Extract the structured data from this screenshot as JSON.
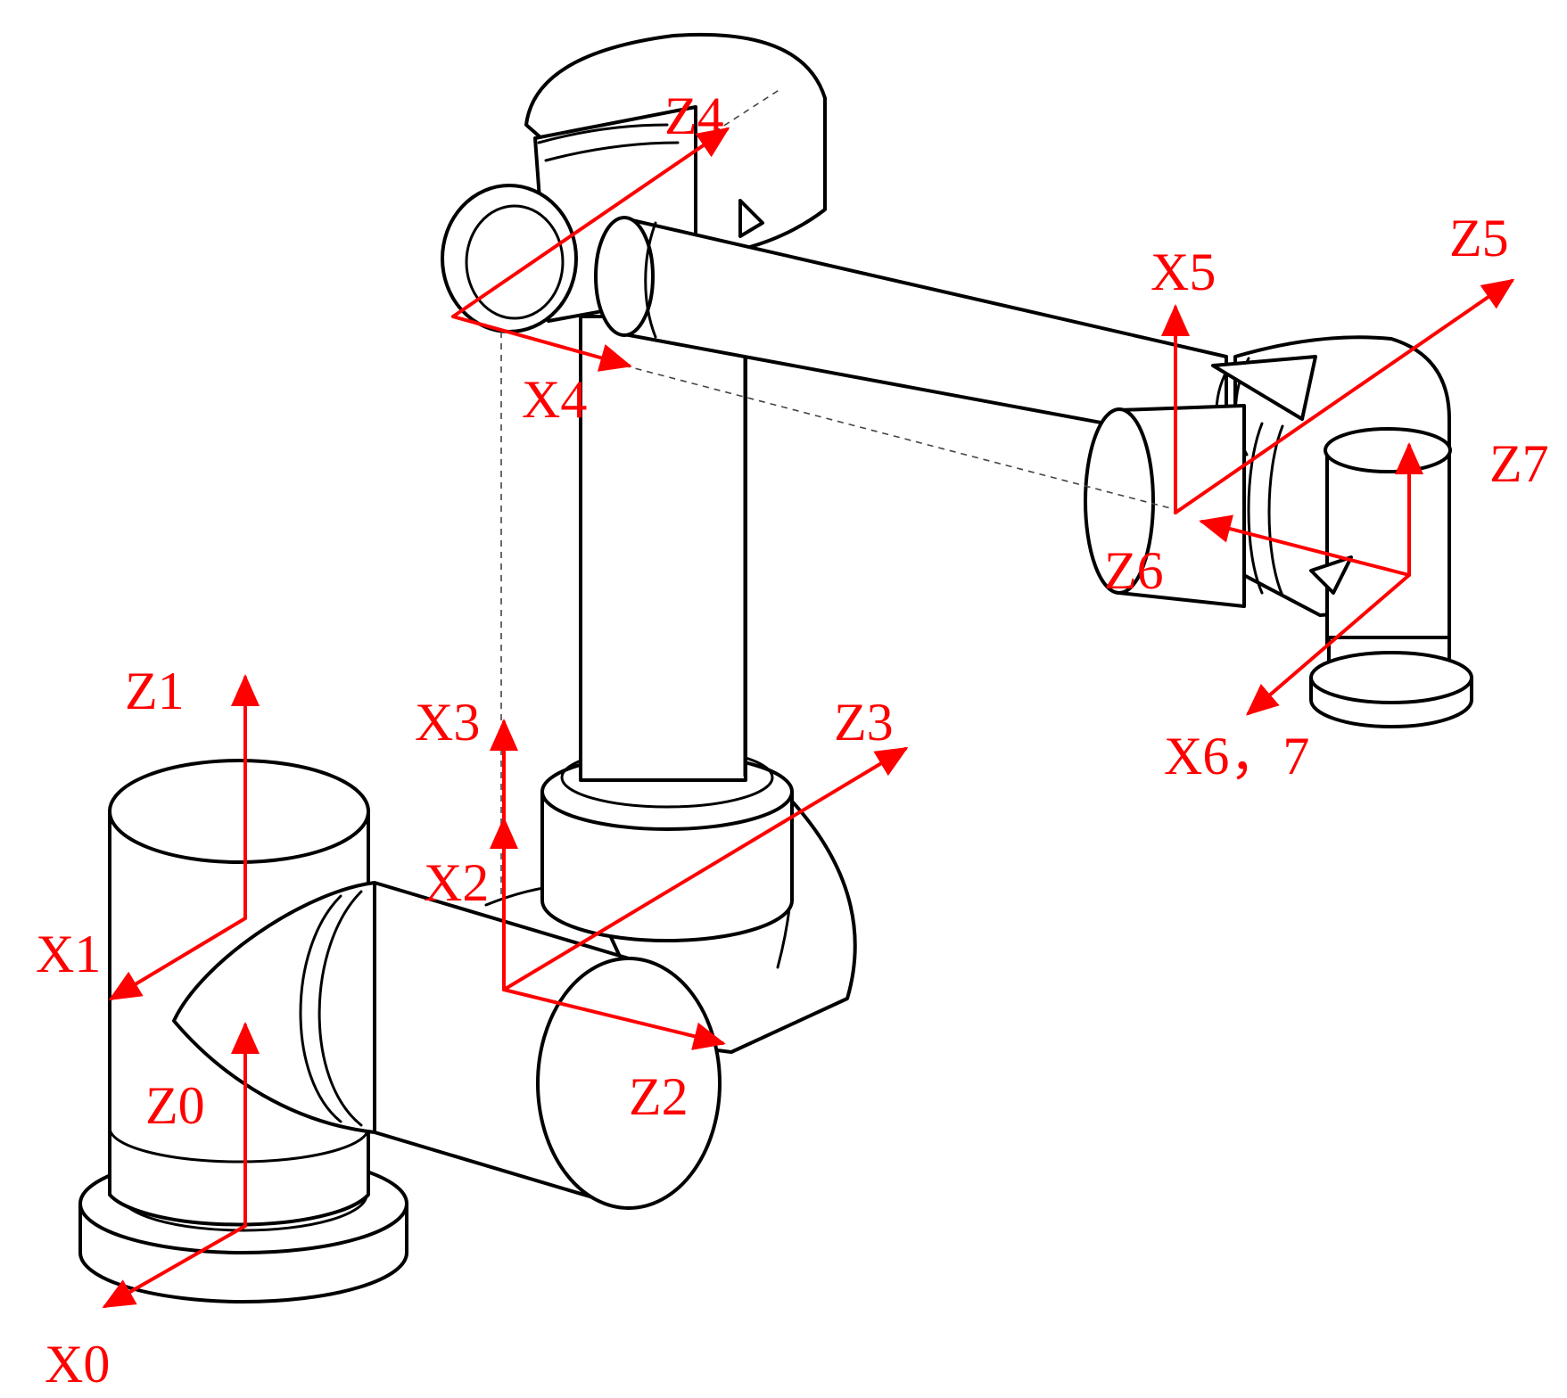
{
  "colors": {
    "frame": "#ff0000",
    "line": "#000000",
    "background": "#ffffff"
  },
  "frames": [
    {
      "id": "x0",
      "label": "X0"
    },
    {
      "id": "z0",
      "label": "Z0"
    },
    {
      "id": "x1",
      "label": "X1"
    },
    {
      "id": "z1",
      "label": "Z1"
    },
    {
      "id": "x2",
      "label": "X2"
    },
    {
      "id": "z2",
      "label": "Z2"
    },
    {
      "id": "x3",
      "label": "X3"
    },
    {
      "id": "z3",
      "label": "Z3"
    },
    {
      "id": "x4",
      "label": "X4"
    },
    {
      "id": "z4",
      "label": "Z4"
    },
    {
      "id": "x5",
      "label": "X5"
    },
    {
      "id": "z5",
      "label": "Z5"
    },
    {
      "id": "z6",
      "label": "Z6"
    },
    {
      "id": "z7",
      "label": "Z7"
    },
    {
      "id": "x67",
      "label": "X6，7"
    }
  ]
}
